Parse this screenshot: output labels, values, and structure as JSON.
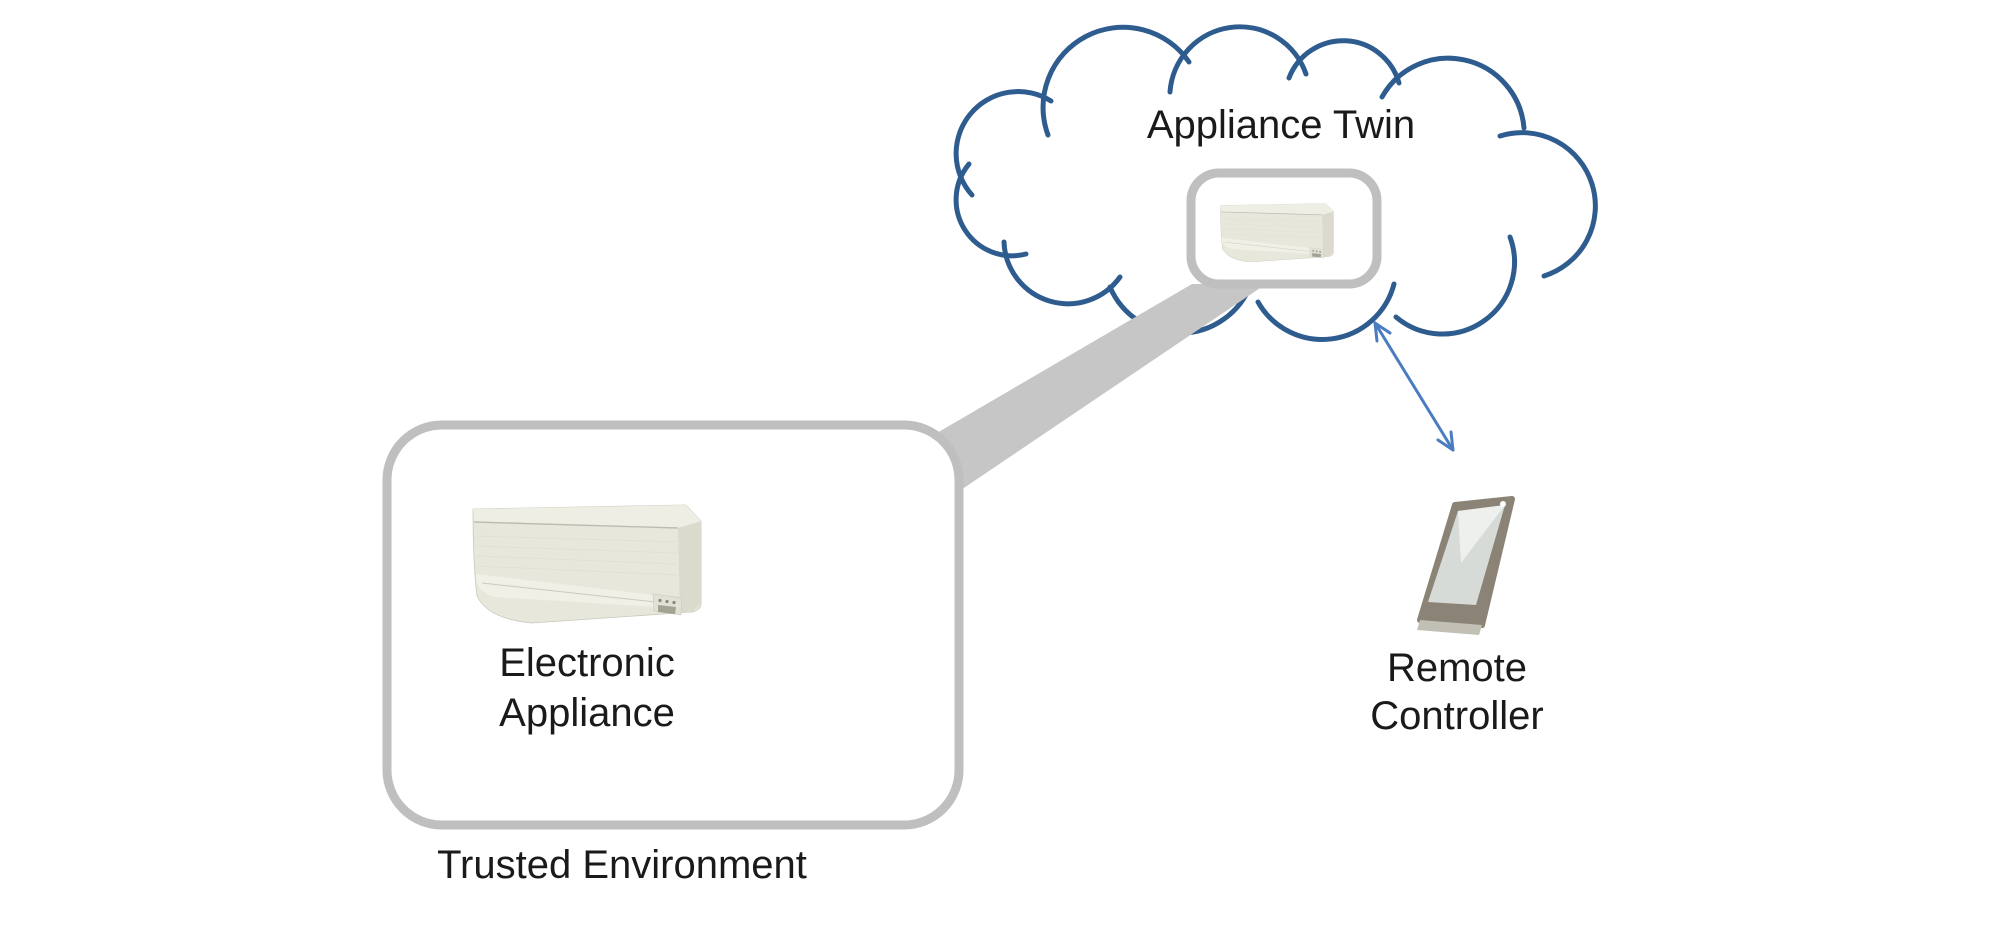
{
  "diagram": {
    "background": "#FFFFFF",
    "text_color": "#1A1A1A"
  },
  "cloud": {
    "label": "Appliance Twin",
    "stroke_color": "#2F5C8F"
  },
  "twin_box": {
    "border_color": "#BFBFBF",
    "icon": "air-conditioner-icon"
  },
  "trusted_box": {
    "label": "Trusted Environment",
    "border_color": "#BFBFBF"
  },
  "electronic_appliance": {
    "label": "Electronic Appliance",
    "icon": "air-conditioner-icon"
  },
  "remote_controller": {
    "label": "Remote Controller",
    "icon": "smartphone-icon"
  },
  "connector_band": {
    "type": "thick-band",
    "color": "#C6C6C6"
  },
  "sync_arrow": {
    "type": "double-headed",
    "color": "#4A7CC2"
  }
}
